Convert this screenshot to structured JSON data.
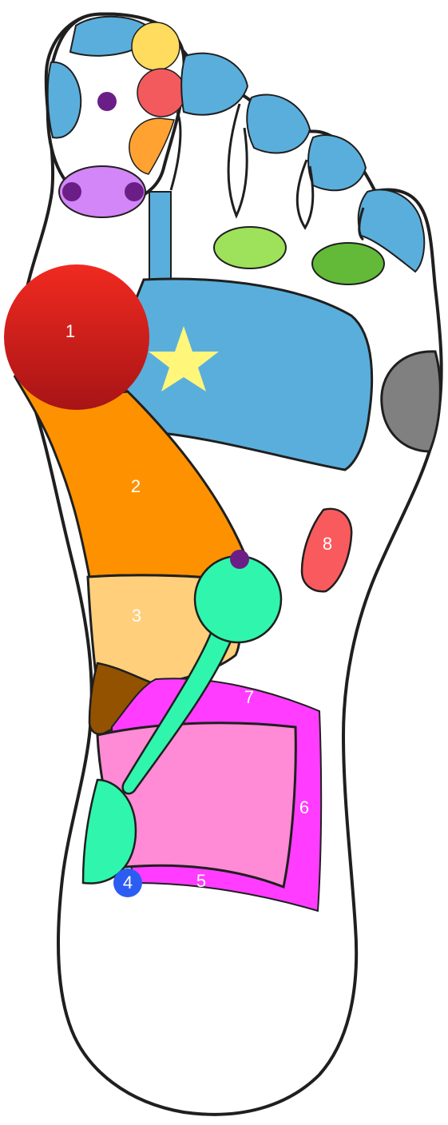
{
  "diagram": {
    "kind": "foot reflexology map (sole, right foot)",
    "colors": {
      "outline": "#1f1f1f",
      "skin": "#ffffff",
      "toe_tips": "#5aaedc",
      "toe_dot": "#6b1f86",
      "toe_yellow": "#ffdb5e",
      "toe_red": "#f25a5e",
      "toe_orange": "#ffa232",
      "toe_lilac": "#d386f7",
      "neck_strip": "#5aaedc",
      "solar_plexus": "#5aaedc",
      "star": "#fff67a",
      "green_light": "#9ee15a",
      "green_dark": "#63ba38",
      "grey_zone": "#808080",
      "zone1_top": "#f02a20",
      "zone1_bottom": "#a81416",
      "zone2": "#fe9100",
      "zone3": "#ffcf7b",
      "zone4": "#2c5df2",
      "zone5_7_outer": "#ff3cff",
      "zone_inner": "#ff8ad6",
      "zone8": "#f95a5e",
      "teal": "#2ff6ac",
      "brown": "#925200",
      "label_text": "#ffffff"
    },
    "labels": {
      "zone1": "1",
      "zone2": "2",
      "zone3": "3",
      "zone4": "4",
      "zone5": "5",
      "zone6": "6",
      "zone7": "7",
      "zone8": "8"
    }
  }
}
